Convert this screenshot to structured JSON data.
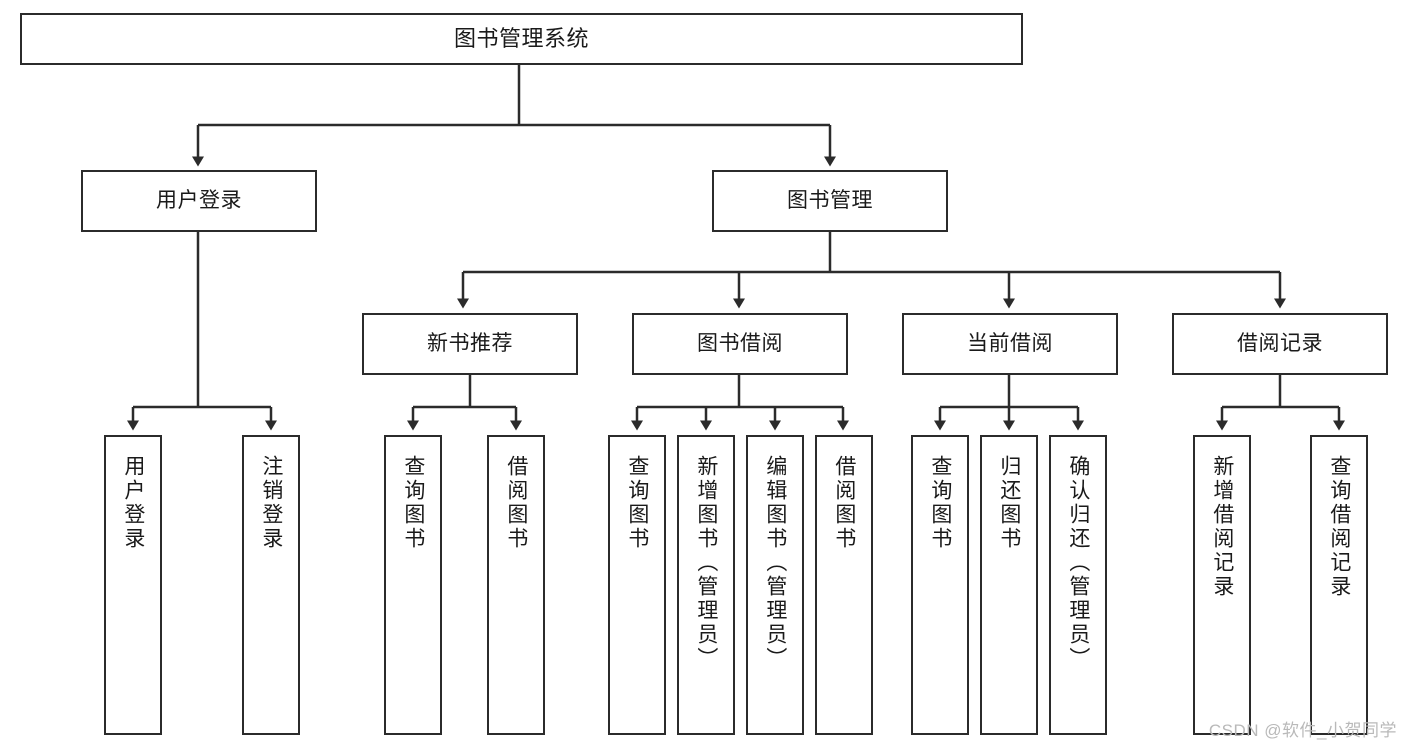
{
  "diagram": {
    "title": "图书管理系统",
    "watermark": "CSDN @软件_小贺同学",
    "colors": {
      "border": "#2b2b2b",
      "background": "#ffffff",
      "text": "#1a1a1a",
      "watermark": "#b9b9b9",
      "connector": "#2b2b2b"
    },
    "nodes": {
      "root": "图书管理系统",
      "level1": [
        "用户登录",
        "图书管理"
      ],
      "level2": [
        "新书推荐",
        "图书借阅",
        "当前借阅",
        "借阅记录"
      ],
      "leaves": {
        "user_login": [
          "用户登录",
          "注销登录"
        ],
        "new_book": [
          "查询图书",
          "借阅图书"
        ],
        "book_borrow": [
          "查询图书",
          "新增图书（管理员）",
          "编辑图书（管理员）",
          "借阅图书"
        ],
        "current_borrow": [
          "查询图书",
          "归还图书",
          "确认归还（管理员）"
        ],
        "borrow_record": [
          "新增借阅记录",
          "查询借阅记录"
        ]
      }
    }
  }
}
